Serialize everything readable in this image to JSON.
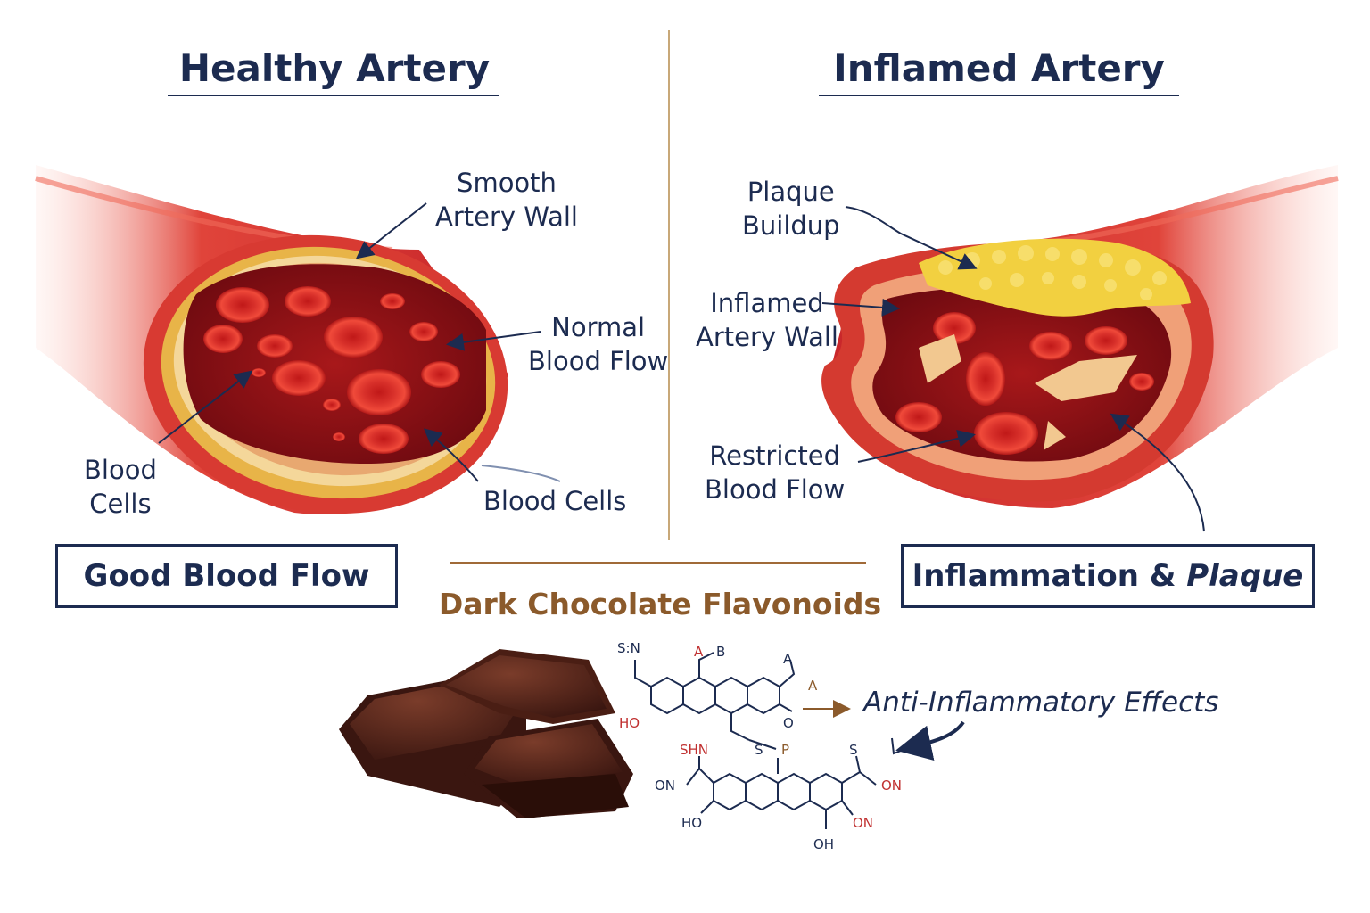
{
  "healthy": {
    "title": "Healthy Artery",
    "labels": {
      "smooth_wall": "Smooth\nArtery Wall",
      "normal_flow": "Normal\nBlood Flow",
      "cells_left": "Blood\nCells",
      "cells_right": "Blood Cells"
    },
    "box": "Good Blood Flow"
  },
  "inflamed": {
    "title": "Inflamed Artery",
    "labels": {
      "plaque": "Plaque\nBuildup",
      "inflamed_wall": "Inflamed\nArtery Wall",
      "restricted": "Restricted\nBlood Flow"
    },
    "box_main": "Inflammation & ",
    "box_italic": "Plaque"
  },
  "chocolate": {
    "title": "Dark Chocolate Flavonoids",
    "effects": "Anti-Inflammatory Effects",
    "molecule1": [
      "S:N",
      "A",
      "B",
      "A",
      "A",
      "HO",
      "O",
      "S",
      "P"
    ],
    "molecule2": [
      "SHN",
      "S",
      "ON",
      "ON",
      "HO",
      "OH",
      "ON"
    ]
  },
  "colors": {
    "navy": "#1c2b50",
    "artery_red": "#c8262a",
    "plaque_yellow": "#f2d040",
    "chocolate": "#5a2a1c",
    "gold": "#c8a878"
  }
}
